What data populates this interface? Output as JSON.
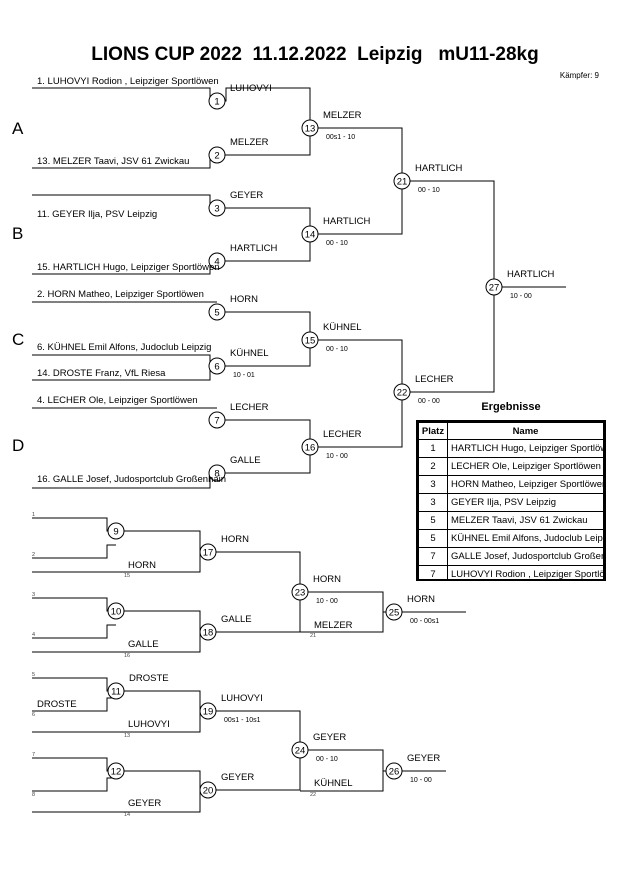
{
  "title": "LIONS CUP 2022  11.12.2022  Leipzig   mU11-28kg",
  "fighters_count": "Kämpfer: 9",
  "pools": [
    "A",
    "B",
    "C",
    "D"
  ],
  "entries": [
    "1. LUHOVYI  Rodion , Leipziger Sportlöwen",
    "13. MELZER Taavi, JSV 61 Zwickau",
    "11. GEYER Ilja, PSV Leipzig",
    "15. HARTLICH Hugo, Leipziger Sportlöwen",
    "2. HORN Matheo, Leipziger Sportlöwen",
    "6. KÜHNEL Emil Alfons, Judoclub Leipzig",
    "14. DROSTE Franz, VfL Riesa",
    "4. LECHER Ole, Leipziger Sportlöwen",
    "16. GALLE Josef, Judosportclub Großenhain"
  ],
  "main_bracket": [
    {
      "no": "1",
      "winner": "LUHOVYI",
      "score": ""
    },
    {
      "no": "2",
      "winner": "MELZER",
      "score": ""
    },
    {
      "no": "3",
      "winner": "GEYER",
      "score": ""
    },
    {
      "no": "4",
      "winner": "HARTLICH",
      "score": ""
    },
    {
      "no": "5",
      "winner": "HORN",
      "score": ""
    },
    {
      "no": "6",
      "winner": "KÜHNEL",
      "score": "10 - 01"
    },
    {
      "no": "7",
      "winner": "LECHER",
      "score": ""
    },
    {
      "no": "8",
      "winner": "GALLE",
      "score": ""
    },
    {
      "no": "13",
      "winner": "MELZER",
      "score": "00s1 - 10"
    },
    {
      "no": "14",
      "winner": "HARTLICH",
      "score": "00 - 10"
    },
    {
      "no": "15",
      "winner": "KÜHNEL",
      "score": "00 - 10"
    },
    {
      "no": "16",
      "winner": "LECHER",
      "score": "10 - 00"
    },
    {
      "no": "21",
      "winner": "HARTLICH",
      "score": "00 - 10"
    },
    {
      "no": "22",
      "winner": "LECHER",
      "score": "00 - 00"
    },
    {
      "no": "27",
      "winner": "HARTLICH",
      "score": "10 - 00"
    }
  ],
  "repechage": [
    {
      "no": "9",
      "winner": "",
      "score": ""
    },
    {
      "no": "10",
      "winner": "",
      "score": ""
    },
    {
      "no": "17",
      "winner": "HORN",
      "score": ""
    },
    {
      "no": "18",
      "winner": "GALLE",
      "score": ""
    },
    {
      "no": "23",
      "winner": "HORN",
      "score": "10 - 00"
    },
    {
      "no": "25",
      "winner": "HORN",
      "score": "00 - 00s1"
    },
    {
      "no": "11",
      "winner": "DROSTE",
      "score": ""
    },
    {
      "no": "12",
      "winner": "",
      "score": ""
    },
    {
      "no": "19",
      "winner": "LUHOVYI",
      "score": "00s1 - 10s1"
    },
    {
      "no": "20",
      "winner": "GEYER",
      "score": ""
    },
    {
      "no": "24",
      "winner": "GEYER",
      "score": "00 - 10"
    },
    {
      "no": "26",
      "winner": "GEYER",
      "score": "10 - 00"
    }
  ],
  "repechage_slots": {
    "r9_top": "1",
    "r9_bot": "2",
    "r9_loser": "HORN",
    "r9_loser_ref": "15",
    "r10_top": "3",
    "r10_bot": "4",
    "r10_loser": "GALLE",
    "r10_loser_ref": "16",
    "r23_loser": "MELZER",
    "r23_ref": "21",
    "r11_top": "5",
    "r11_bot_name": "DROSTE",
    "r11_bot_ref": "6",
    "r19_loser": "LUHOVYI",
    "r19_loser_ref": "13",
    "r12_top": "7",
    "r12_bot": "8",
    "r20_loser": "GEYER",
    "r20_loser_ref": "14",
    "r24_loser": "KÜHNEL",
    "r24_ref": "22"
  },
  "results": {
    "title": "Ergebnisse",
    "headers": [
      "Platz",
      "Name"
    ],
    "rows": [
      [
        "1",
        "HARTLICH Hugo, Leipziger Sportlöwen"
      ],
      [
        "2",
        "LECHER Ole, Leipziger Sportlöwen"
      ],
      [
        "3",
        "HORN Matheo, Leipziger Sportlöwen"
      ],
      [
        "3",
        "GEYER Ilja, PSV Leipzig"
      ],
      [
        "5",
        "MELZER Taavi, JSV 61 Zwickau"
      ],
      [
        "5",
        "KÜHNEL Emil Alfons, Judoclub Leipzig"
      ],
      [
        "7",
        "GALLE Josef, Judosportclub Großenhain"
      ],
      [
        "7",
        "LUHOVYI  Rodion , Leipziger Sportlöwen"
      ]
    ]
  }
}
